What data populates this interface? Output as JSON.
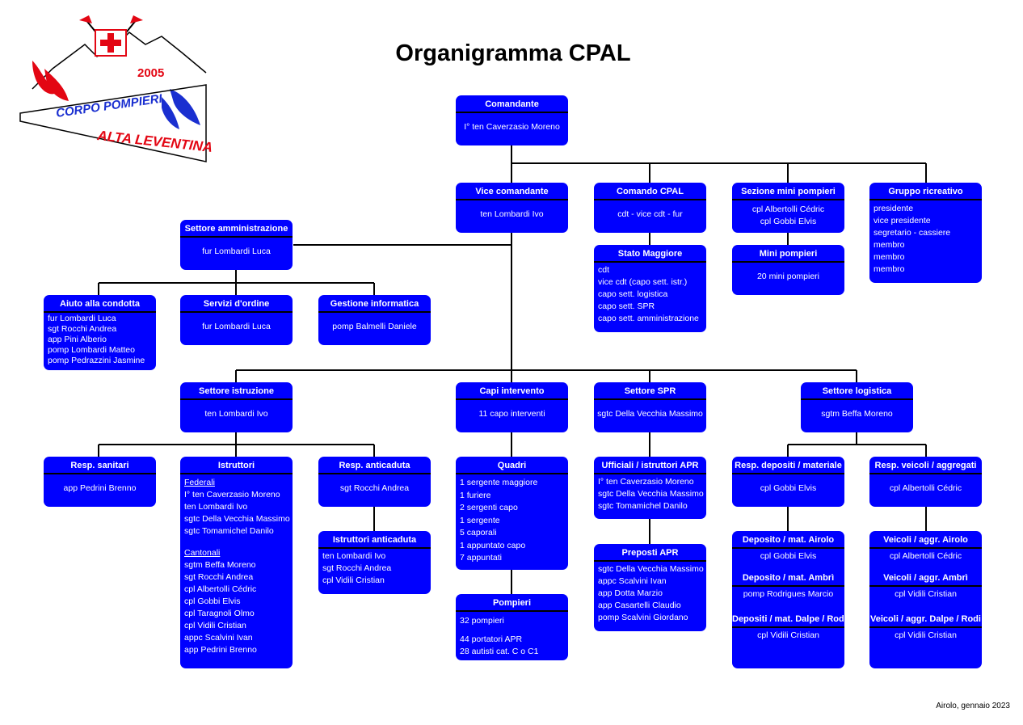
{
  "title": "Organigramma CPAL",
  "footer": "Airolo, gennaio 2023",
  "logo": {
    "year": "2005",
    "line1": "CORPO POMPIERI",
    "line2": "ALTA LEVENTINA"
  },
  "nodes": {
    "comandante": {
      "title": "Comandante",
      "lines": [
        "I° ten Caverzasio Moreno"
      ]
    },
    "vice": {
      "title": "Vice comandante",
      "lines": [
        "ten Lombardi Ivo"
      ]
    },
    "comando": {
      "title": "Comando CPAL",
      "lines": [
        "cdt - vice cdt - fur"
      ]
    },
    "stato": {
      "title": "Stato Maggiore",
      "lines": [
        "cdt",
        "vice cdt (capo sett. istr.)",
        "capo sett. logistica",
        "capo sett. SPR",
        "capo sett. amministrazione"
      ]
    },
    "sezmini": {
      "title": "Sezione mini pompieri",
      "lines": [
        "cpl Albertolli Cédric",
        "cpl Gobbi Elvis"
      ]
    },
    "mini": {
      "title": "Mini pompieri",
      "lines": [
        "20 mini pompieri"
      ]
    },
    "gruppo": {
      "title": "Gruppo ricreativo",
      "lines": [
        "presidente",
        "vice presidente",
        "segretario - cassiere",
        "membro",
        "membro",
        "membro"
      ]
    },
    "amm": {
      "title": "Settore amministrazione",
      "lines": [
        "fur Lombardi Luca"
      ]
    },
    "aiuto": {
      "title": "Aiuto alla condotta",
      "lines": [
        "fur Lombardi Luca",
        "sgt Rocchi Andrea",
        "app Pini Alberio",
        "pomp Lombardi Matteo",
        "pomp Pedrazzini Jasmine"
      ]
    },
    "servizi": {
      "title": "Servizi d'ordine",
      "lines": [
        "fur Lombardi Luca"
      ]
    },
    "gestione": {
      "title": "Gestione informatica",
      "lines": [
        "pomp Balmelli Daniele"
      ]
    },
    "istruzione": {
      "title": "Settore istruzione",
      "lines": [
        "ten Lombardi Ivo"
      ]
    },
    "capi": {
      "title": "Capi intervento",
      "lines": [
        "11 capo interventi"
      ]
    },
    "spr": {
      "title": "Settore SPR",
      "lines": [
        "sgtc Della Vecchia Massimo"
      ]
    },
    "logistica": {
      "title": "Settore logistica",
      "lines": [
        "sgtm Beffa Moreno"
      ]
    },
    "sanitari": {
      "title": "Resp. sanitari",
      "lines": [
        "app Pedrini Brenno"
      ]
    },
    "istruttori": {
      "title": "Istruttori",
      "fed_label": "Federali",
      "federali": [
        "I° ten Caverzasio Moreno",
        "ten Lombardi Ivo",
        "sgtc Della Vecchia Massimo",
        "sgtc Tomamichel Danilo"
      ],
      "cant_label": "Cantonali",
      "cantonali": [
        "sgtm Beffa Moreno",
        "sgt Rocchi Andrea",
        "cpl Albertolli Cédric",
        "cpl Gobbi Elvis",
        "cpl Taragnoli Olmo",
        "cpl Vidili Cristian",
        "appc Scalvini Ivan",
        "app Pedrini Brenno"
      ]
    },
    "anticaduta": {
      "title": "Resp. anticaduta",
      "lines": [
        "sgt Rocchi Andrea"
      ]
    },
    "istr_antic": {
      "title": "Istruttori anticaduta",
      "lines": [
        "ten Lombardi Ivo",
        "sgt Rocchi Andrea",
        "cpl Vidili Cristian"
      ]
    },
    "quadri": {
      "title": "Quadri",
      "lines": [
        "1 sergente maggiore",
        "1 furiere",
        "2 sergenti capo",
        "1 sergente",
        "5 caporali",
        "1 appuntato capo",
        "7 appuntati"
      ]
    },
    "pompieri": {
      "title": "Pompieri",
      "line1": "32 pompieri",
      "lines": [
        "44 portatori APR",
        "28 autisti cat. C o C1"
      ]
    },
    "ufficiali": {
      "title": "Ufficiali / istruttori APR",
      "lines": [
        "I° ten Caverzasio Moreno",
        "sgtc Della Vecchia Massimo",
        "sgtc Tomamichel Danilo"
      ]
    },
    "preposti": {
      "title": "Preposti APR",
      "lines": [
        "sgtc Della Vecchia Massimo",
        "appc Scalvini Ivan",
        "app Dotta Marzio",
        "app Casartelli Claudio",
        "pomp Scalvini Giordano"
      ]
    },
    "depositi": {
      "title": "Resp. depositi / materiale",
      "lines": [
        "cpl Gobbi Elvis"
      ]
    },
    "veicoli": {
      "title": "Resp. veicoli / aggregati",
      "lines": [
        "cpl Albertolli Cédric"
      ]
    },
    "dep_airolo": {
      "title": "Deposito / mat. Airolo",
      "line": "cpl Gobbi Elvis",
      "t2": "Deposito / mat. Ambrì",
      "l2": "pomp Rodrigues Marcio",
      "t3": "Depositi / mat. Dalpe / Rodi",
      "l3": "cpl Vidili Cristian"
    },
    "vei_airolo": {
      "title": "Veicoli / aggr. Airolo",
      "line": "cpl Albertolli Cédric",
      "t2": "Veicoli / aggr. Ambrì",
      "l2": "cpl Vidili Cristian",
      "t3": "Veicoli / aggr. Dalpe / Rodi",
      "l3": "cpl Vidili Cristian"
    }
  },
  "colors": {
    "box": "#0000ff",
    "text": "#ffffff",
    "line": "#000000",
    "logo_red": "#e30613",
    "logo_blue": "#1a2fd0"
  }
}
